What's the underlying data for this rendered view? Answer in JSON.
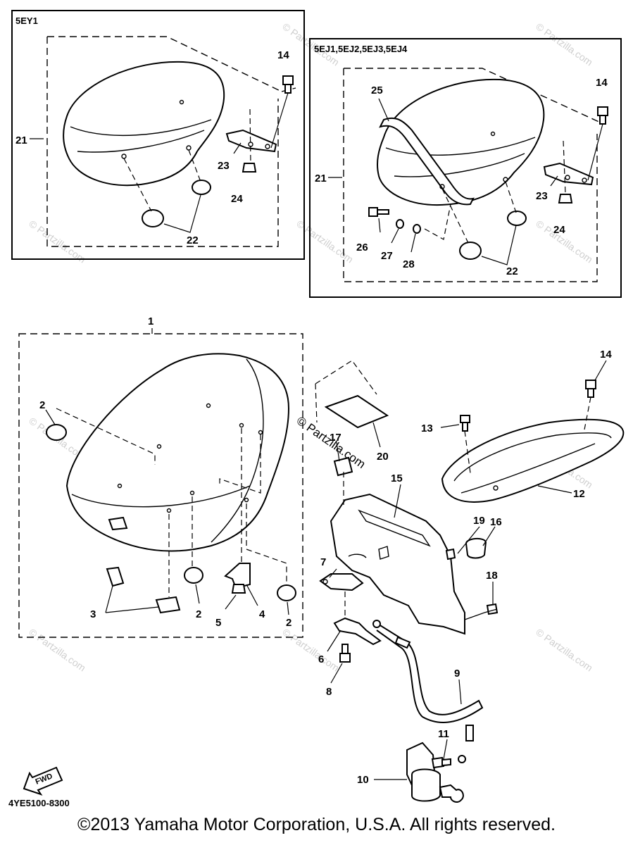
{
  "frames": {
    "left_label": "5EY1",
    "right_label": "5EJ1,5EJ2,5EJ3,5EJ4"
  },
  "callouts": {
    "p1": "1",
    "p2a": "2",
    "p2b": "2",
    "p2c": "2",
    "p3": "3",
    "p4": "4",
    "p5": "5",
    "p6": "6",
    "p7": "7",
    "p8": "8",
    "p9": "9",
    "p10": "10",
    "p11": "11",
    "p12": "12",
    "p13": "13",
    "p14a": "14",
    "p14b": "14",
    "p14c": "14",
    "p15": "15",
    "p16": "16",
    "p17": "17",
    "p18": "18",
    "p19": "19",
    "p20": "20",
    "p21a": "21",
    "p21b": "21",
    "p22a": "22",
    "p22b": "22",
    "p23a": "23",
    "p23b": "23",
    "p24a": "24",
    "p24b": "24",
    "p25": "25",
    "p26": "26",
    "p27": "27",
    "p28": "28"
  },
  "fwd_arrow": "FWD",
  "watermark": "© Partzilla.com",
  "diagram_code": "4YE5100-8300",
  "copyright": "©2013  Yamaha Motor Corporation, U.S.A. All rights reserved."
}
